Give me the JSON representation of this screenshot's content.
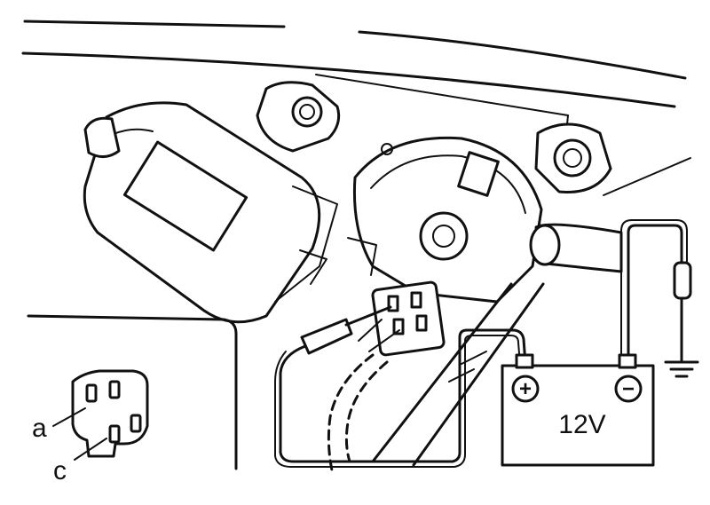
{
  "labels": {
    "terminal_a": "a",
    "terminal_c": "c",
    "battery_voltage": "12V",
    "battery_positive": "+",
    "battery_negative": "−"
  }
}
